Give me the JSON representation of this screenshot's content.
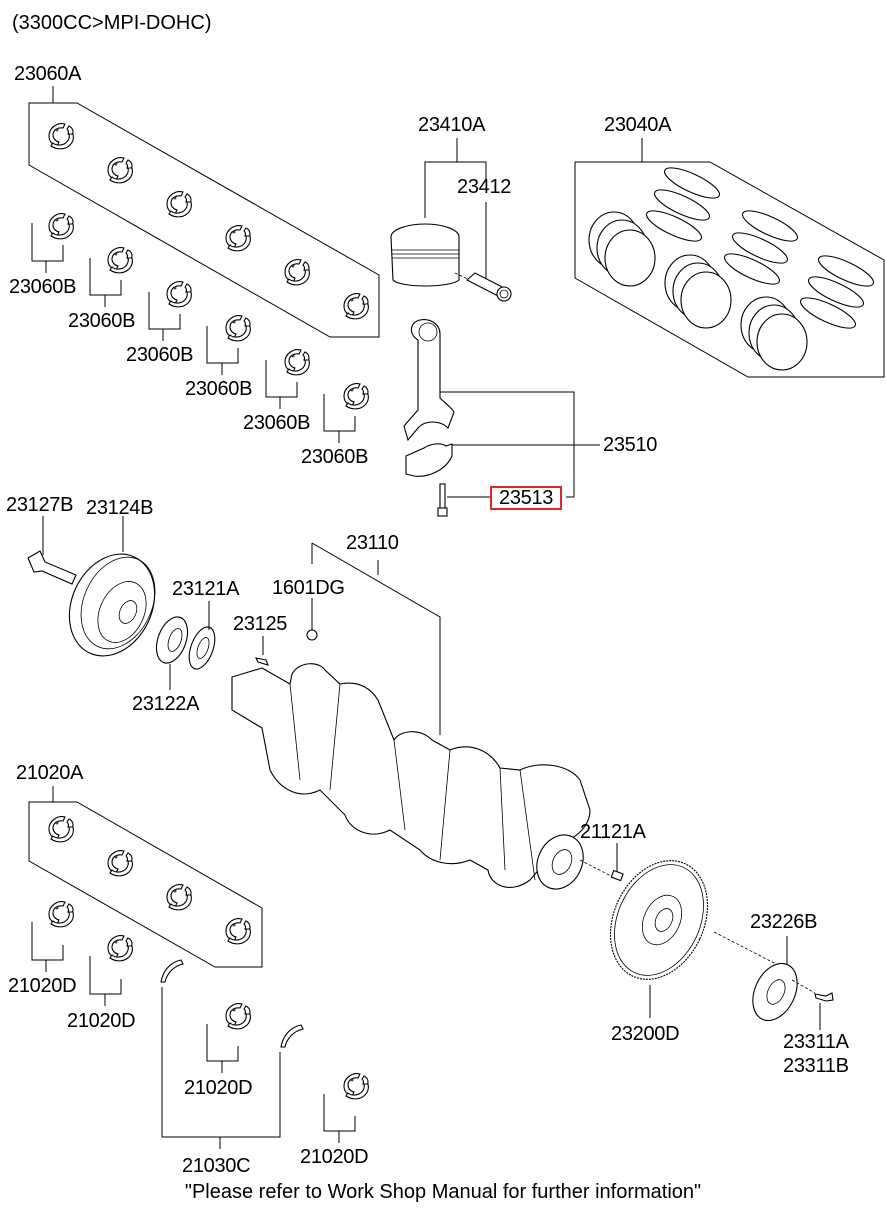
{
  "header": {
    "engine_spec": "(3300CC>MPI-DOHC)"
  },
  "footer": {
    "note": "\"Please refer to Work Shop Manual for further information\""
  },
  "highlight_color": "#e0262b",
  "parts": {
    "p23060A": "23060A",
    "p23060B_1": "23060B",
    "p23060B_2": "23060B",
    "p23060B_3": "23060B",
    "p23060B_4": "23060B",
    "p23060B_5": "23060B",
    "p23060B_6": "23060B",
    "p23410A": "23410A",
    "p23412": "23412",
    "p23040A": "23040A",
    "p23510": "23510",
    "p23513": "23513",
    "p23127B": "23127B",
    "p23124B": "23124B",
    "p23121A": "23121A",
    "p23125": "23125",
    "p1601DG": "1601DG",
    "p23110": "23110",
    "p23122A": "23122A",
    "p21020A": "21020A",
    "p21020D_1": "21020D",
    "p21020D_2": "21020D",
    "p21020D_3": "21020D",
    "p21020D_4": "21020D",
    "p21030C": "21030C",
    "p21121A": "21121A",
    "p23226B": "23226B",
    "p23200D": "23200D",
    "p23311A": "23311A",
    "p23311B": "23311B"
  },
  "selected_part": "23513"
}
